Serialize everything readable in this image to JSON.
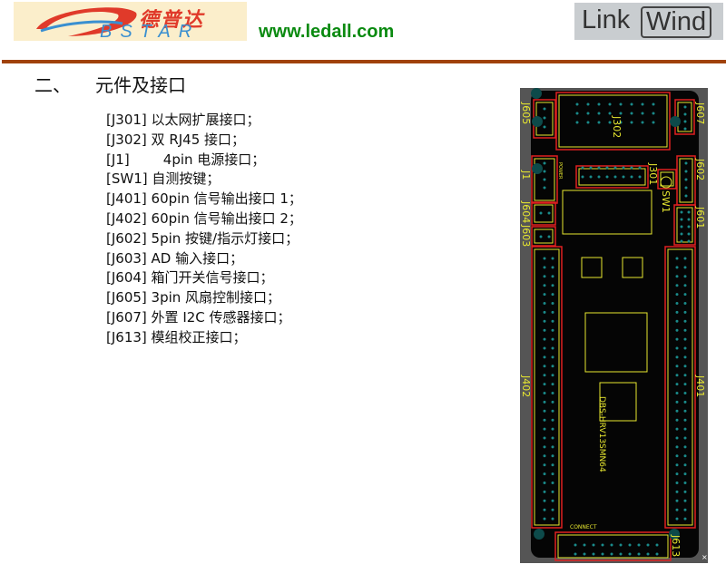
{
  "header": {
    "logo_cn": "德普达",
    "logo_en": "BSTAR",
    "website": "www.ledall.com",
    "partner_logo_left": "Link",
    "partner_logo_right": "Wind"
  },
  "section": {
    "number": "二、",
    "title": "元件及接口"
  },
  "components": [
    {
      "code": "[J301]",
      "desc": "以太网扩展接口；"
    },
    {
      "code": "[J302]",
      "desc": "双 RJ45 接口；"
    },
    {
      "code": "[J1]",
      "desc": "4pin 电源接口；"
    },
    {
      "code": "[SW1]",
      "desc": "自测按键；"
    },
    {
      "code": "[J401]",
      "desc": "60pin 信号输出接口 1；"
    },
    {
      "code": "[J402]",
      "desc": "60pin 信号输出接口 2；"
    },
    {
      "code": "[J602]",
      "desc": "5pin 按键/指示灯接口；"
    },
    {
      "code": "[J603]",
      "desc": "AD 输入接口；"
    },
    {
      "code": "[J604]",
      "desc": "箱门开关信号接口；"
    },
    {
      "code": "[J605]",
      "desc": "3pin 风扇控制接口；"
    },
    {
      "code": "[J607]",
      "desc": "外置 I2C 传感器接口；"
    },
    {
      "code": "[J613]",
      "desc": "模组校正接口；"
    }
  ],
  "pcb": {
    "board_name": "DBS-HRV13SMN64",
    "labels": {
      "j302": "J302",
      "j605": "J605",
      "j607": "J607",
      "j1": "J1",
      "j301": "J301",
      "sw1": "SW1",
      "j602": "J602",
      "j604": "J604",
      "j603": "J603",
      "j601": "J601",
      "j402": "J402",
      "j401": "J401",
      "j613": "J613",
      "connect": "CONNECT",
      "power": "POWER"
    },
    "colors": {
      "board": "#050505",
      "silk": "#e8e830",
      "box": "#e02020",
      "pad": "#1a8a8a",
      "frame": "#555555"
    }
  }
}
